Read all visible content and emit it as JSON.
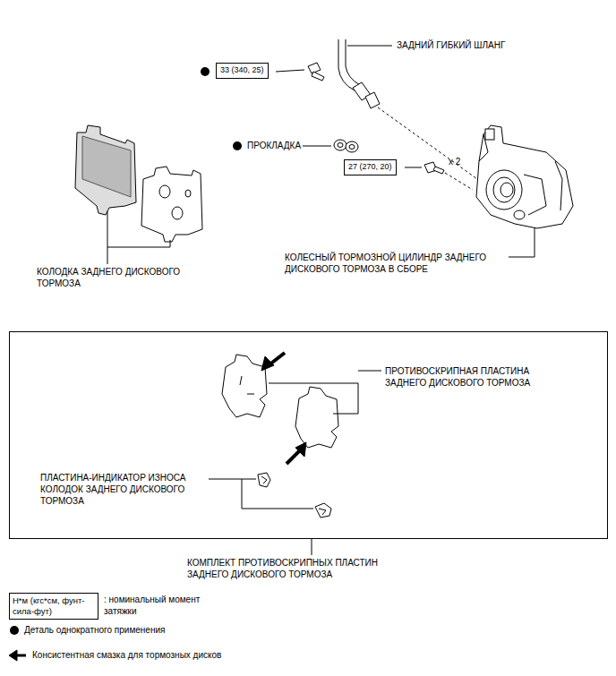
{
  "diagram": {
    "nodes": [
      {
        "text": [
          "33 (340, 25)"
        ]
      },
      {
        "text": [
          "27 (270, 20)"
        ]
      },
      {
        "text": [
          "КОМПЛЕКТ ПРОТИВОСКРИПНЫХ ПЛАСТИН ЗАДНЕГО ДИСКОВОГО ТОРМОЗА"
        ]
      },
      {
        "text": [
          "Н*м (кгс*см, фунт-сила-фут)"
        ]
      }
    ],
    "labels": [
      "ЗАДНИЙ ГИБКИЙ ШЛАНГ",
      "ПРОКЛАДКА",
      "x 2",
      "КОЛЕСНЫЙ ТОРМОЗНОЙ ЦИЛИНДР ЗАДНЕГО ДИСКОВОГО ТОРМОЗА В СБОРЕ",
      "КОЛОДКА ЗАДНЕГО ДИСКОВОГО ТОРМОЗА",
      "ПРОТИВОСКРИПНАЯ ПЛАСТИНА ЗАДНЕГО ДИСКОВОГО ТОРМОЗА",
      "ПЛАСТИНА-ИНДИКАТОР ИЗНОСА КОЛОДОК ЗАДНЕГО ДИСКОВОГО ТОРМОЗА"
    ],
    "legend": [
      {
        "text": ": номинальный момент затяжки"
      },
      {
        "text": "Деталь однократного применения"
      },
      {
        "text": "Консистентная смазка для тормозных дисков"
      }
    ]
  }
}
